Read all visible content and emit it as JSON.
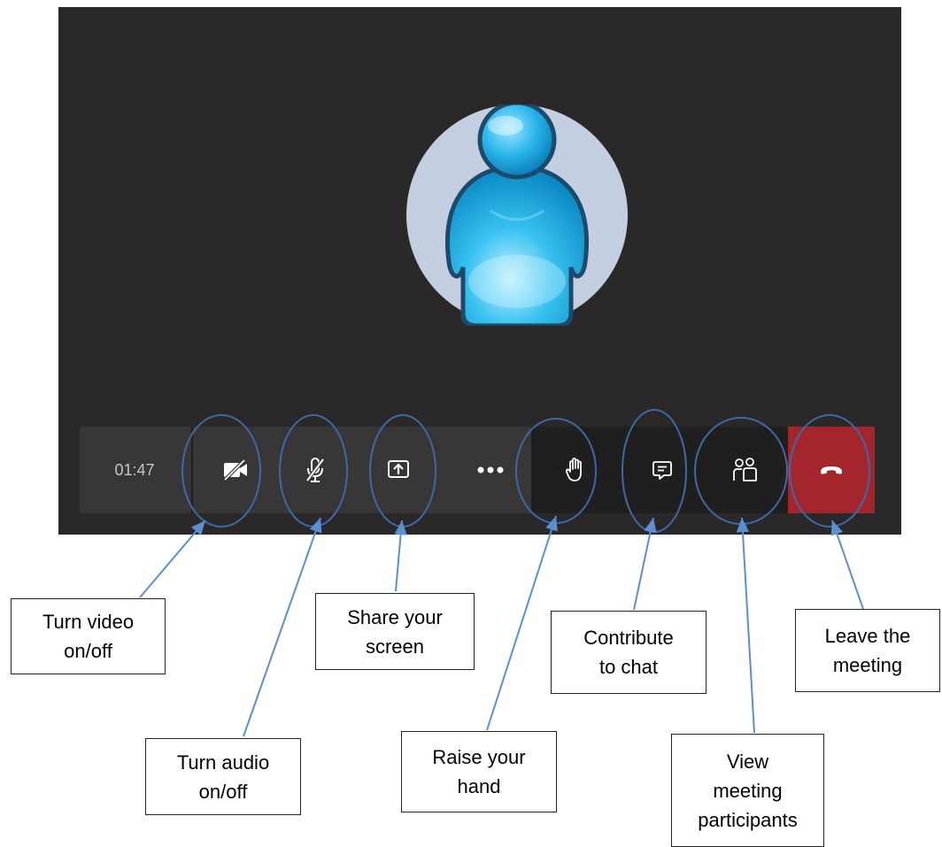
{
  "call": {
    "timer": "01:47"
  },
  "toolbar": {
    "buttons": [
      {
        "id": "video",
        "icon": "video-off-icon"
      },
      {
        "id": "audio",
        "icon": "mic-off-icon"
      },
      {
        "id": "share",
        "icon": "share-screen-icon"
      },
      {
        "id": "more",
        "icon": "more-icon"
      },
      {
        "id": "raise-hand",
        "icon": "hand-icon"
      },
      {
        "id": "chat",
        "icon": "chat-icon"
      },
      {
        "id": "participants",
        "icon": "people-icon"
      },
      {
        "id": "leave",
        "icon": "hang-up-icon"
      }
    ]
  },
  "callouts": {
    "video": [
      "Turn video",
      "on/off"
    ],
    "audio": [
      "Turn audio",
      "on/off"
    ],
    "share": [
      "Share your",
      "screen"
    ],
    "raise_hand": [
      "Raise your",
      "hand"
    ],
    "chat": [
      "Contribute",
      "to chat"
    ],
    "participants": [
      "View",
      "meeting",
      "participants"
    ],
    "leave": [
      "Leave the",
      "meeting"
    ]
  },
  "colors": {
    "stage_bg": "#2a2828",
    "toolbar_bg": "#383636",
    "leave_red": "#a4262c",
    "annotation_blue": "#5b8fd0",
    "annotation_ellipse": "#3c6aa8"
  }
}
